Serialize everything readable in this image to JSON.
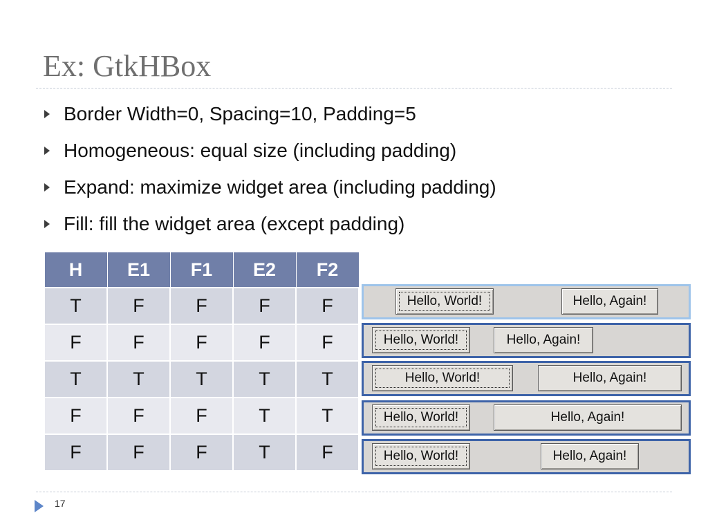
{
  "title": "Ex: GtkHBox",
  "bullets": [
    "Border Width=0, Spacing=10, Padding=5",
    "Homogeneous: equal size (including padding)",
    "Expand: maximize widget area (including padding)",
    "Fill: fill the widget area (except padding)"
  ],
  "table": {
    "headers": [
      "H",
      "E1",
      "F1",
      "E2",
      "F2"
    ],
    "rows": [
      [
        "T",
        "F",
        "F",
        "F",
        "F"
      ],
      [
        "F",
        "F",
        "F",
        "F",
        "F"
      ],
      [
        "T",
        "T",
        "T",
        "T",
        "T"
      ],
      [
        "F",
        "F",
        "F",
        "T",
        "T"
      ],
      [
        "F",
        "F",
        "F",
        "T",
        "F"
      ]
    ]
  },
  "demo_panels": [
    {
      "button1": "Hello, World!",
      "button2": "Hello, Again!"
    },
    {
      "button1": "Hello, World!",
      "button2": "Hello, Again!"
    },
    {
      "button1": "Hello, World!",
      "button2": "Hello, Again!"
    },
    {
      "button1": "Hello, World!",
      "button2": "Hello, Again!"
    },
    {
      "button1": "Hello, World!",
      "button2": "Hello, Again!"
    }
  ],
  "colors": {
    "table_header": "#707fa8",
    "row_dark": "#d3d6e0",
    "row_light": "#e8e9ef",
    "panel_border": "#3d63a8",
    "accent_arrow": "#5d86c9"
  },
  "page_number": "17"
}
